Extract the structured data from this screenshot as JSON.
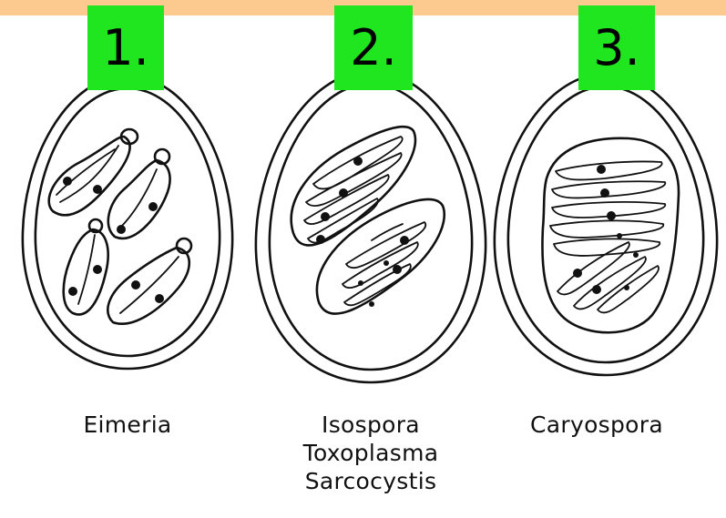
{
  "badges": [
    {
      "number": "1."
    },
    {
      "number": "2."
    },
    {
      "number": "3."
    }
  ],
  "oocysts": [
    {
      "labels": [
        "Eimeria"
      ]
    },
    {
      "labels": [
        "Isospora",
        "Toxoplasma",
        "Sarcocystis"
      ]
    },
    {
      "labels": [
        "Caryospora"
      ]
    }
  ],
  "colors": {
    "top_band": "#fcc98e",
    "badge": "#1fe61f",
    "line": "#111111"
  }
}
